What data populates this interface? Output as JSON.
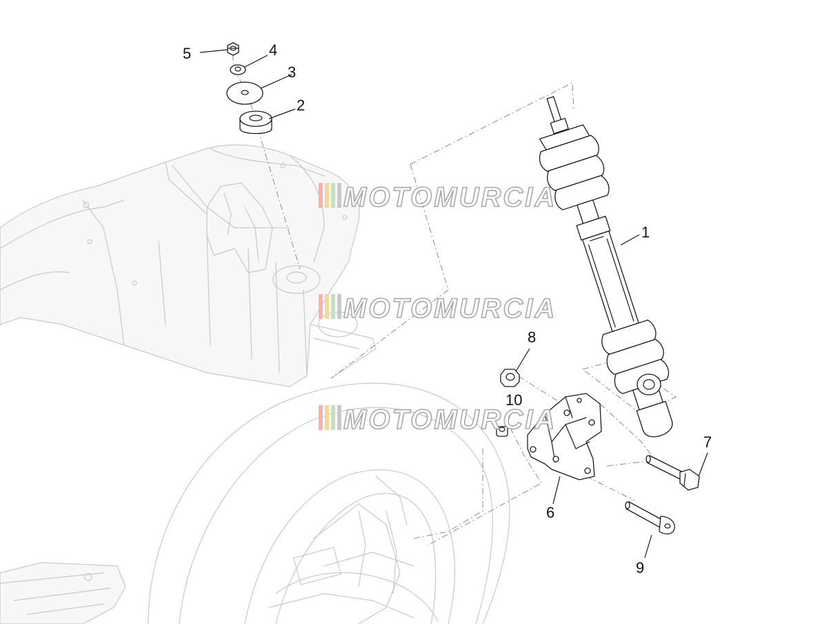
{
  "callouts": [
    {
      "id": "1",
      "label": "1"
    },
    {
      "id": "2",
      "label": "2"
    },
    {
      "id": "3",
      "label": "3"
    },
    {
      "id": "4",
      "label": "4"
    },
    {
      "id": "5",
      "label": "5"
    },
    {
      "id": "6",
      "label": "6"
    },
    {
      "id": "7",
      "label": "7"
    },
    {
      "id": "8",
      "label": "8"
    },
    {
      "id": "9",
      "label": "9"
    },
    {
      "id": "10",
      "label": "10"
    }
  ],
  "watermark": {
    "text": "MOTOMURCIA",
    "stripe_colors": [
      "#f2b6a8",
      "#f4d79a",
      "#bfe3c0",
      "#c9c9c9"
    ]
  },
  "colors": {
    "line": "#1a1a1a",
    "ghost": "#c8c8c8",
    "dash": "#8a8a8a"
  }
}
